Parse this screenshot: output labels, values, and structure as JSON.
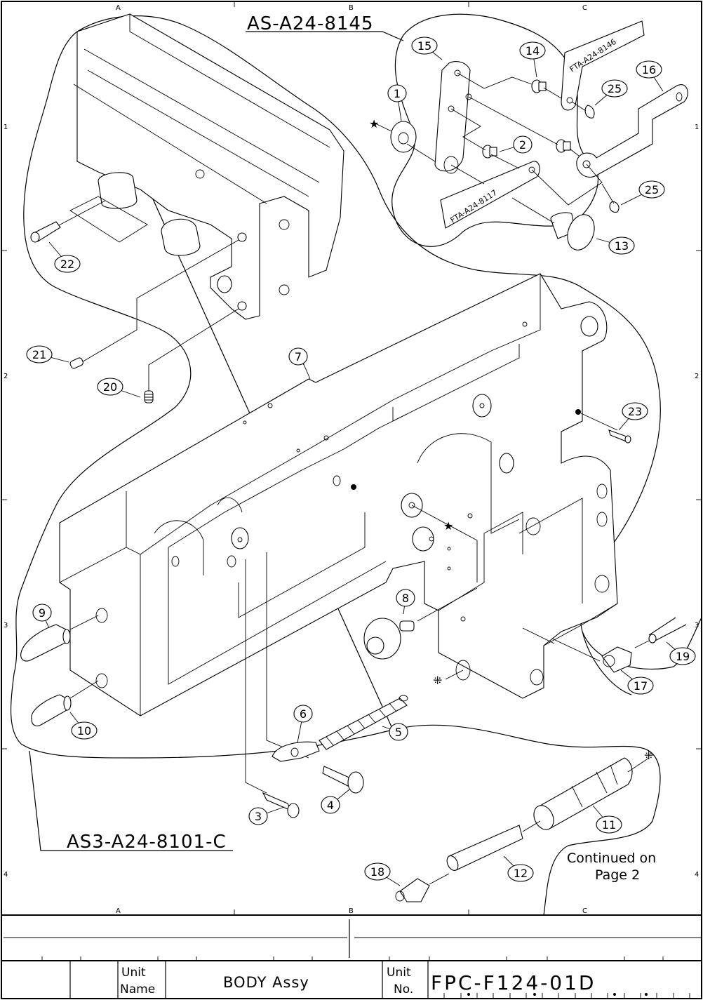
{
  "drawing": {
    "grid_columns": [
      "A",
      "B",
      "C"
    ],
    "grid_rows": [
      "1",
      "2",
      "3",
      "4"
    ],
    "assemblies": {
      "top": "AS-A24-8145",
      "bottom": "AS3-A24-8101-C"
    },
    "references": {
      "upper": "FTA-A24-8146",
      "lower": "FTA-A24-8117"
    },
    "note_line1": "Continued on",
    "note_line2": "Page 2",
    "callouts": [
      "1",
      "2",
      "3",
      "4",
      "5",
      "6",
      "7",
      "8",
      "9",
      "10",
      "11",
      "12",
      "13",
      "14",
      "15",
      "16",
      "17",
      "18",
      "19",
      "20",
      "21",
      "22",
      "23",
      "25",
      "25"
    ],
    "symbols": {
      "star": "★",
      "cross_dots": "⁜"
    }
  },
  "title_block": {
    "unit_name_label_1": "Unit",
    "unit_name_label_2": "Name",
    "unit_name_value": "BODY Assy",
    "unit_no_label_1": "Unit",
    "unit_no_label_2": "No.",
    "unit_no_value": "FPC-F124-01D"
  }
}
